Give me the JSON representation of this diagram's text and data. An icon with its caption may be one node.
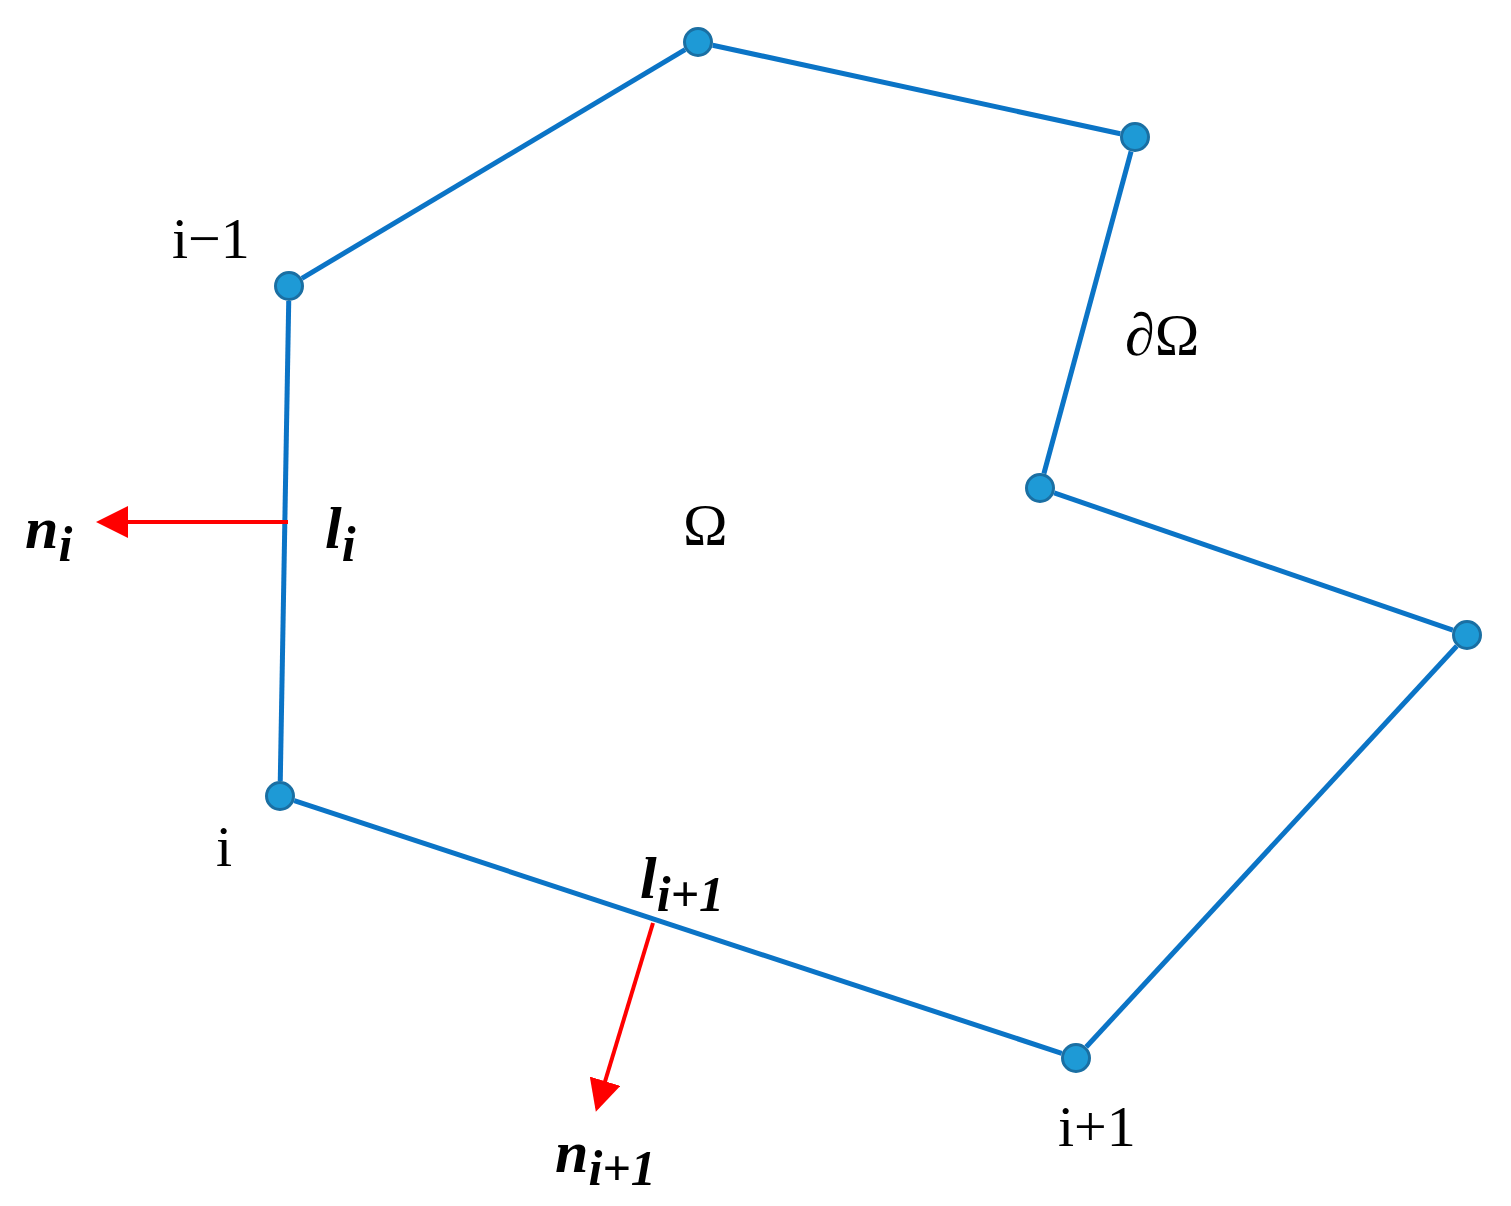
{
  "diagram": {
    "nodes": [
      {
        "text": [],
        "shape": "circle"
      },
      {
        "text": [],
        "shape": "circle"
      },
      {
        "text": [],
        "shape": "circle",
        "beside": [
          "i−1"
        ]
      },
      {
        "text": [],
        "shape": "circle"
      },
      {
        "text": [],
        "shape": "circle"
      },
      {
        "text": [],
        "shape": "circle",
        "beside": [
          "i"
        ]
      },
      {
        "text": [],
        "shape": "circle",
        "beside": [
          "i+1"
        ]
      }
    ],
    "edges": [
      {
        "from": 2,
        "to": 0,
        "arrow": "none"
      },
      {
        "from": 0,
        "to": 1,
        "arrow": "none"
      },
      {
        "from": 1,
        "to": 3,
        "arrow": "none"
      },
      {
        "from": 3,
        "to": 4,
        "arrow": "none"
      },
      {
        "from": 4,
        "to": 6,
        "arrow": "none"
      },
      {
        "from": 6,
        "to": 5,
        "arrow": "none"
      },
      {
        "from": 5,
        "to": 2,
        "arrow": "none"
      }
    ],
    "labels": [
      "∂Ω",
      "n$_{i}$",
      "l$_{i}$",
      "Ω",
      "l$_{i+1}$",
      "n$_{i+1}$"
    ]
  }
}
